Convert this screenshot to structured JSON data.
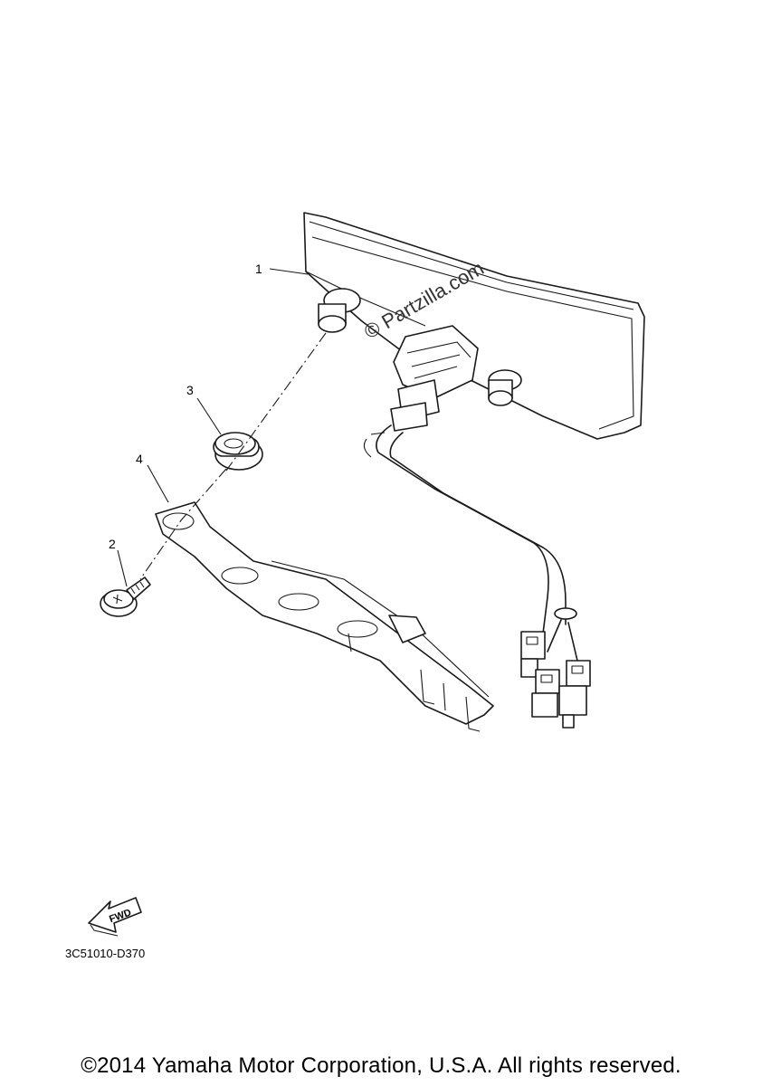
{
  "callouts": [
    {
      "label": "1"
    },
    {
      "label": "2"
    },
    {
      "label": "3"
    },
    {
      "label": "4"
    }
  ],
  "watermark": "© Partzilla.com",
  "fwd_label": "FWD",
  "diagram_code": "3C51010-D370",
  "copyright": "©2014 Yamaha Motor Corporation, U.S.A. All rights reserved."
}
